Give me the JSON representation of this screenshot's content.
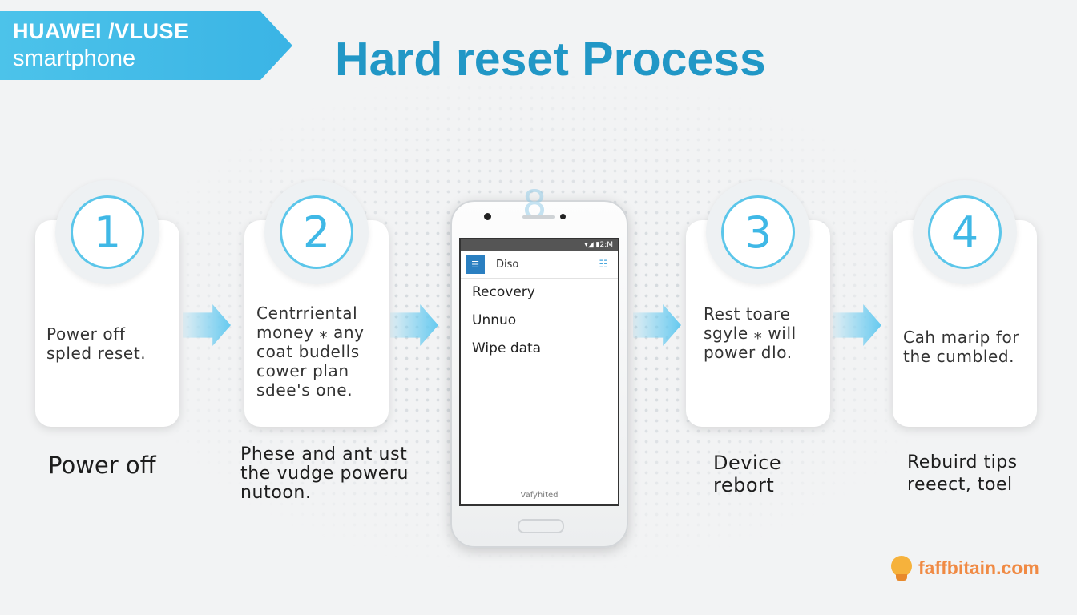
{
  "header": {
    "brand": "HUAWEI /VLUSE",
    "subtitle": "smartphone",
    "title": "Hard reset Process"
  },
  "steps": [
    {
      "number": "1",
      "card_text": "Power off\nspled reset.",
      "caption": "Power off"
    },
    {
      "number": "2",
      "card_text": "Centrriental\nmoney ⁎ any\ncoat budells\ncower plan\nsdee's one.",
      "caption": "Phese and ant ust\nthe vudge poweru\nnutoon."
    },
    {
      "number": "3",
      "card_text": "Rest toare\nsgyle ⁎ will\npower dlo.",
      "caption": "Device\nrebort"
    },
    {
      "number": "4",
      "card_text": "Cah marip for\nthe cumbled.",
      "caption": "Rebuird tips\nreeect, toel"
    }
  ],
  "phone": {
    "status": "▾◢ ▮2:M",
    "app_title": "Diso",
    "menu_items": [
      "Recovery",
      "Unnuo",
      "Wipe data"
    ],
    "footer": "Vafyhited"
  },
  "icons": {
    "menu": "hamburger-icon",
    "list": "list-icon",
    "logo": "watermark-bulb-icon"
  },
  "watermark": "faffbitain.com",
  "colors": {
    "accent": "#3fb8e6",
    "title": "#2197c6",
    "watermark": "#f08a44"
  }
}
